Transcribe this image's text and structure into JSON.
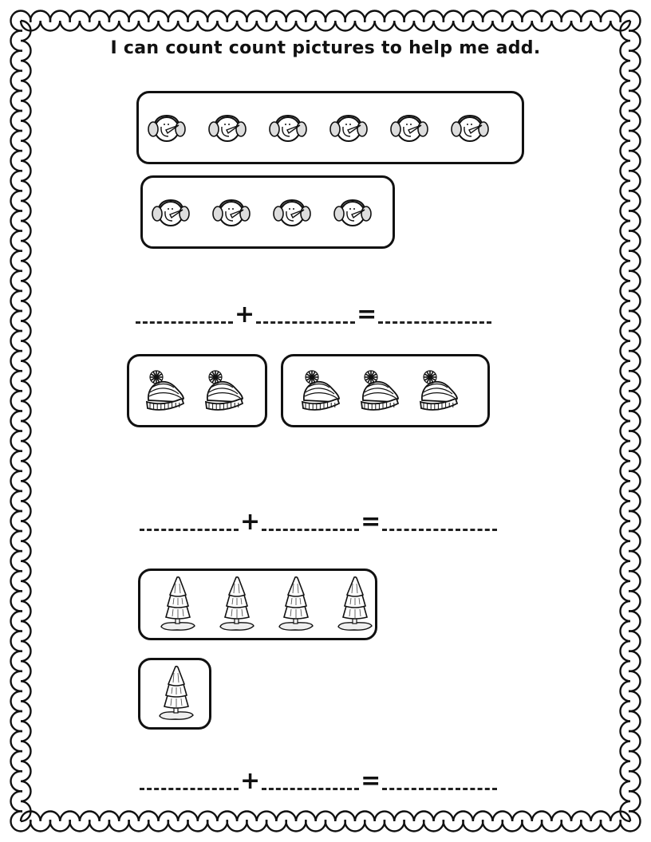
{
  "worksheet": {
    "title": "I can count count pictures to help me add.",
    "problems": [
      {
        "picture": "snowman-with-earmuffs",
        "groups": [
          6,
          4
        ],
        "equation": {
          "plus": "+",
          "equals": "=",
          "addend1": "",
          "addend2": "",
          "sum": ""
        }
      },
      {
        "picture": "knit-winter-hat",
        "groups": [
          2,
          3
        ],
        "equation": {
          "plus": "+",
          "equals": "=",
          "addend1": "",
          "addend2": "",
          "sum": ""
        }
      },
      {
        "picture": "snowy-pine-tree",
        "groups": [
          4,
          1
        ],
        "equation": {
          "plus": "+",
          "equals": "=",
          "addend1": "",
          "addend2": "",
          "sum": ""
        }
      }
    ],
    "border_style": "scalloped-circle-chain",
    "colors": {
      "ink": "#111111",
      "paper": "#ffffff"
    }
  }
}
